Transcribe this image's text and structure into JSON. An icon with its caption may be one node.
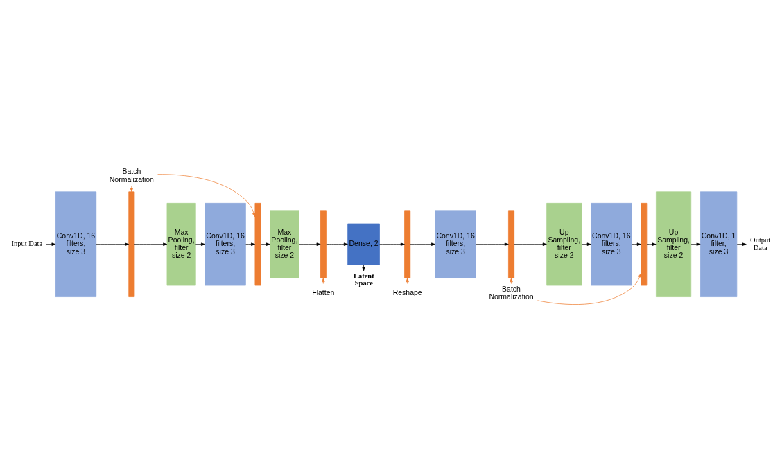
{
  "diagram": {
    "nodes": [
      {
        "text": [
          "Input Data"
        ]
      },
      {
        "text": [
          "Conv1D, 16 filters, size 3"
        ]
      },
      {
        "text": [],
        "shape": "bar"
      },
      {
        "text": [
          "Max Pooling, filter size 2"
        ]
      },
      {
        "text": [
          "Conv1D, 16 filters, size 3"
        ]
      },
      {
        "text": [],
        "shape": "bar"
      },
      {
        "text": [
          "Max Pooling, filter size 2"
        ]
      },
      {
        "text": [],
        "shape": "bar"
      },
      {
        "text": [
          "Dense, 2"
        ]
      },
      {
        "text": [],
        "shape": "bar"
      },
      {
        "text": [
          "Conv1D, 16 filters, size 3"
        ]
      },
      {
        "text": [],
        "shape": "bar"
      },
      {
        "text": [
          "Up Sampling, filter size 2"
        ]
      },
      {
        "text": [
          "Conv1D, 16 filters, size 3"
        ]
      },
      {
        "text": [],
        "shape": "bar"
      },
      {
        "text": [
          "Up Sampling, filter size 2"
        ]
      },
      {
        "text": [
          "Conv1D, 1 filter, size 3"
        ]
      },
      {
        "text": [
          "Output Data"
        ]
      },
      {
        "text": [
          "Latent Space"
        ]
      },
      {
        "text": [
          "Batch Normalization"
        ]
      },
      {
        "text": [
          "Flatten"
        ]
      },
      {
        "text": [
          "Reshape"
        ]
      },
      {
        "text": [
          "Batch Normalization"
        ]
      }
    ],
    "edges": [
      {
        "from": 0,
        "to": 1,
        "arrow": "to"
      },
      {
        "from": 1,
        "to": 2,
        "arrow": "to"
      },
      {
        "from": 2,
        "to": 3,
        "arrow": "to"
      },
      {
        "from": 3,
        "to": 4,
        "arrow": "to"
      },
      {
        "from": 4,
        "to": 5,
        "arrow": "to"
      },
      {
        "from": 5,
        "to": 6,
        "arrow": "to"
      },
      {
        "from": 6,
        "to": 7,
        "arrow": "to"
      },
      {
        "from": 7,
        "to": 8,
        "arrow": "to"
      },
      {
        "from": 8,
        "to": 9,
        "arrow": "to"
      },
      {
        "from": 9,
        "to": 10,
        "arrow": "to"
      },
      {
        "from": 10,
        "to": 11,
        "arrow": "to"
      },
      {
        "from": 11,
        "to": 12,
        "arrow": "to"
      },
      {
        "from": 12,
        "to": 13,
        "arrow": "to"
      },
      {
        "from": 13,
        "to": 14,
        "arrow": "to"
      },
      {
        "from": 14,
        "to": 15,
        "arrow": "to"
      },
      {
        "from": 15,
        "to": 16,
        "arrow": "to"
      },
      {
        "from": 16,
        "to": 17,
        "arrow": "to"
      },
      {
        "from": 8,
        "to": 18,
        "arrow": "to"
      },
      {
        "from": 19,
        "to": 2,
        "arrow": "to",
        "color": "#ed7d31"
      },
      {
        "from": 19,
        "to": 5,
        "arrow": "to",
        "color": "#ed7d31"
      },
      {
        "from": 20,
        "to": 7,
        "arrow": "to",
        "color": "#ed7d31"
      },
      {
        "from": 21,
        "to": 9,
        "arrow": "to",
        "color": "#ed7d31"
      },
      {
        "from": 22,
        "to": 11,
        "arrow": "to",
        "color": "#ed7d31"
      },
      {
        "from": 22,
        "to": 14,
        "arrow": "to",
        "color": "#ed7d31"
      }
    ]
  }
}
